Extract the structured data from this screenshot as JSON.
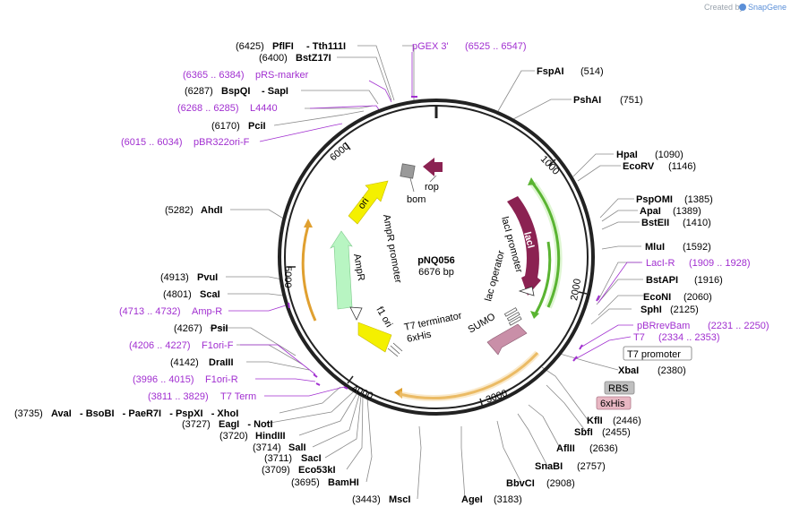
{
  "header": {
    "created_by": "Created by",
    "brand": "SnapGene",
    "brand_color": "#5a8fd8"
  },
  "plasmid": {
    "name": "pNQ056",
    "length": "6676 bp",
    "total_bp": 6676
  },
  "tick_labels": [
    "1000",
    "2000",
    "3000",
    "4000",
    "5000",
    "6000"
  ],
  "colors": {
    "ring": "#222222",
    "primer": "#a12fd0",
    "lacI": "#8b2252",
    "ori": "#f4f000",
    "AmpR": "#b8f5c2",
    "f1_ori": "#f4f000",
    "SUMO": "#c98fa8",
    "rop": "#8b2252",
    "bom": "#9a9a9a",
    "orange_feature": "#e0a030",
    "green_feature": "#5ab432"
  },
  "features": {
    "lacI": "lacI",
    "lacI_promoter": "lacI promoter",
    "lac_operator": "lac operator",
    "SUMO": "SUMO",
    "T7_terminator": "T7 terminator",
    "6xHis": "6xHis",
    "f1_ori": "f1 ori",
    "AmpR": "AmpR",
    "AmpR_promoter": "AmpR promoter",
    "ori": "ori",
    "bom": "bom",
    "rop": "rop"
  },
  "labels": {
    "PflFI": {
      "pos": "(6425)",
      "name": "PflFI"
    },
    "Tth111I": {
      "name": "Tth111I"
    },
    "BstZ17I": {
      "pos": "(6400)",
      "name": "BstZ17I"
    },
    "pGEX3": {
      "name": "pGEX 3'",
      "range": "(6525 .. 6547)"
    },
    "pRS": {
      "range": "(6365 .. 6384)",
      "name": "pRS-marker"
    },
    "BspQI": {
      "pos": "(6287)",
      "name": "BspQI",
      "name2": "SapI"
    },
    "L4440": {
      "range": "(6268 .. 6285)",
      "name": "L4440"
    },
    "PciI": {
      "pos": "(6170)",
      "name": "PciI"
    },
    "pBR322ori": {
      "range": "(6015 .. 6034)",
      "name": "pBR322ori-F"
    },
    "AhdI": {
      "pos": "(5282)",
      "name": "AhdI"
    },
    "PvuI": {
      "pos": "(4913)",
      "name": "PvuI"
    },
    "ScaI": {
      "pos": "(4801)",
      "name": "ScaI"
    },
    "AmpR_primer": {
      "range": "(4713 .. 4732)",
      "name": "Amp-R"
    },
    "PsiI": {
      "pos": "(4267)",
      "name": "PsiI"
    },
    "F1oriF": {
      "range": "(4206 .. 4227)",
      "name": "F1ori-F"
    },
    "DraIII": {
      "pos": "(4142)",
      "name": "DraIII"
    },
    "F1oriR": {
      "range": "(3996 .. 4015)",
      "name": "F1ori-R"
    },
    "T7Term": {
      "range": "(3811 .. 3829)",
      "name": "T7 Term"
    },
    "AvaI": {
      "pos": "(3735)",
      "names": "AvaI   - BsoBI   - PaeR7I   - PspXI   - XhoI"
    },
    "EagI": {
      "pos": "(3727)",
      "names": "EagI   - NotI"
    },
    "HindIII": {
      "pos": "(3720)",
      "name": "HindIII"
    },
    "SalI": {
      "pos": "(3714)",
      "name": "SalI"
    },
    "SacI": {
      "pos": "(3711)",
      "name": "SacI"
    },
    "Eco53kI": {
      "pos": "(3709)",
      "name": "Eco53kI"
    },
    "BamHI": {
      "pos": "(3695)",
      "name": "BamHI"
    },
    "MscI": {
      "pos": "(3443)",
      "name": "MscI"
    },
    "AgeI": {
      "name": "AgeI",
      "pos": "(3183)"
    },
    "BbvCI": {
      "name": "BbvCI",
      "pos": "(2908)"
    },
    "SnaBI": {
      "name": "SnaBI",
      "pos": "(2757)"
    },
    "AflII": {
      "name": "AflII",
      "pos": "(2636)"
    },
    "SbfI": {
      "name": "SbfI",
      "pos": "(2455)"
    },
    "KflI": {
      "name": "KflI",
      "pos": "(2446)"
    },
    "6xHis_box": "6xHis",
    "RBS_box": "RBS",
    "XbaI": {
      "name": "XbaI",
      "pos": "(2380)"
    },
    "T7promoter_box": "T7 promoter",
    "T7": {
      "name": "T7",
      "range": "(2334 .. 2353)"
    },
    "pBRrevBam": {
      "name": "pBRrevBam",
      "range": "(2231 .. 2250)"
    },
    "SphI": {
      "name": "SphI",
      "pos": "(2125)"
    },
    "EcoNI": {
      "name": "EcoNI",
      "pos": "(2060)"
    },
    "BstAPI": {
      "name": "BstAPI",
      "pos": "(1916)"
    },
    "LacIR": {
      "name": "LacI-R",
      "range": "(1909 .. 1928)"
    },
    "MluI": {
      "name": "MluI",
      "pos": "(1592)"
    },
    "BstEII": {
      "name": "BstEII",
      "pos": "(1410)"
    },
    "ApaI": {
      "name": "ApaI",
      "pos": "(1389)"
    },
    "PspOMI": {
      "name": "PspOMI",
      "pos": "(1385)"
    },
    "EcoRV": {
      "name": "EcoRV",
      "pos": "(1146)"
    },
    "HpaI": {
      "name": "HpaI",
      "pos": "(1090)"
    },
    "PshAI": {
      "name": "PshAI",
      "pos": "(751)"
    },
    "FspAI": {
      "name": "FspAI",
      "pos": "(514)"
    }
  }
}
